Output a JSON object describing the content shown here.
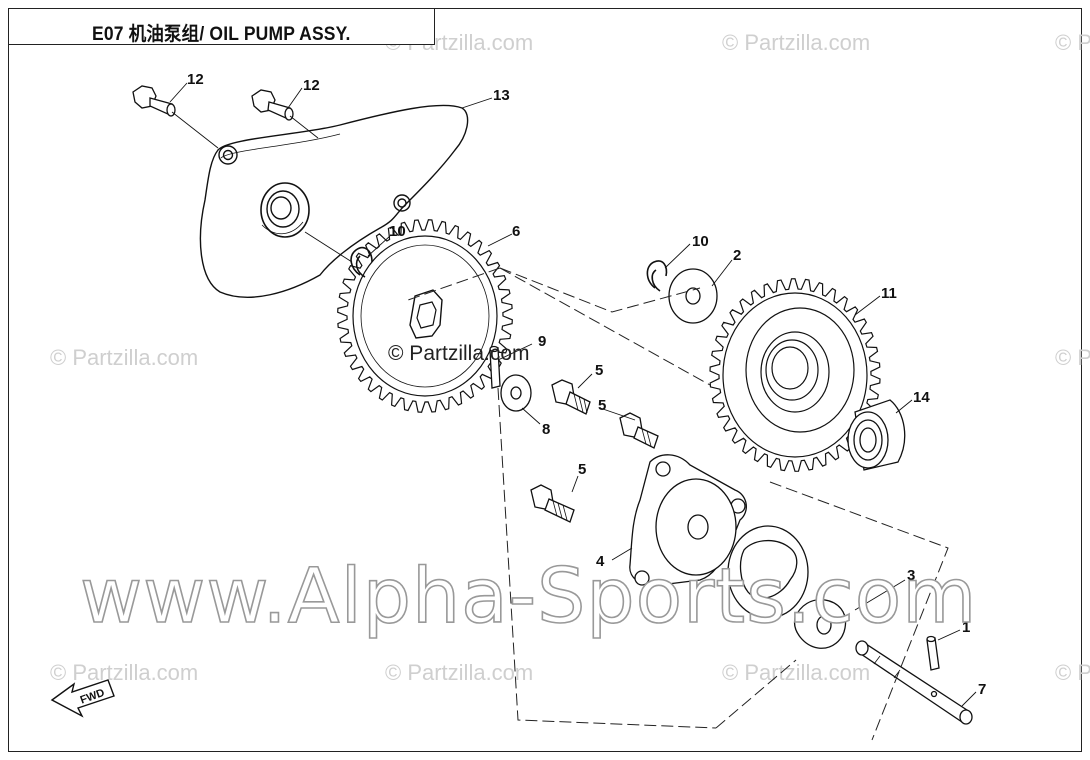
{
  "title": "E07  机油泵组/ OIL PUMP ASSY.",
  "watermarks": {
    "partzilla": "© Partzilla.com",
    "center": "© Partzilla.com",
    "site": "www.Alpha-Sports.com"
  },
  "fwd_label": "FWD",
  "callouts": {
    "c1": "1",
    "c2": "2",
    "c3": "3",
    "c4": "4",
    "c5a": "5",
    "c5b": "5",
    "c5c": "5",
    "c6": "6",
    "c7": "7",
    "c8": "8",
    "c9": "9",
    "c10a": "10",
    "c10b": "10",
    "c11": "11",
    "c12a": "12",
    "c12b": "12",
    "c13": "13",
    "c14": "14"
  }
}
